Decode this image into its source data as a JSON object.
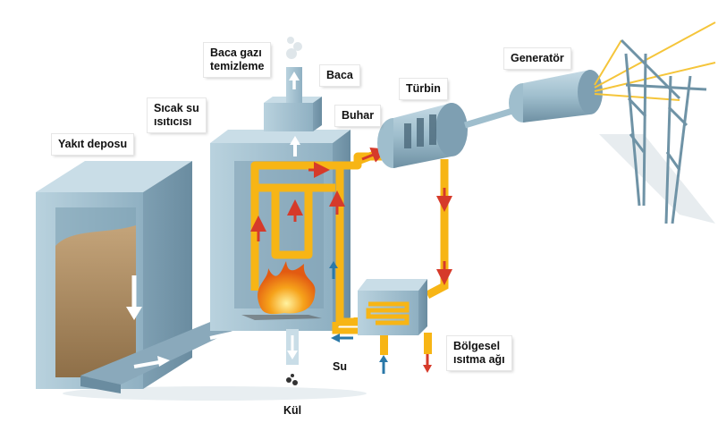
{
  "labels": {
    "yakit_deposu": "Yakıt deposu",
    "baca_gazi_temizleme": "Baca gazı\ntemizleme",
    "baca": "Baca",
    "sicak_su_isiticisi": "Sıcak su\nısıtıcısı",
    "buhar": "Buhar",
    "turbin": "Türbin",
    "generator": "Generatör",
    "bolgesel_isitma_agi": "Bölgesel\nısıtma ağı",
    "su": "Su",
    "kul": "Kül"
  },
  "colors": {
    "steam_pipe": "#f7b515",
    "hot_arrow": "#d63a2a",
    "cold_arrow": "#2a78a8",
    "unit_body": "#9fbfd0",
    "unit_edge": "#6f93a6",
    "fuel": "#a8885e",
    "power_line": "#f5c53a"
  },
  "icons": [
    "flame-icon",
    "smoke-icon",
    "steam-plume-icon",
    "turbine-blades-icon",
    "pylon-icon"
  ]
}
